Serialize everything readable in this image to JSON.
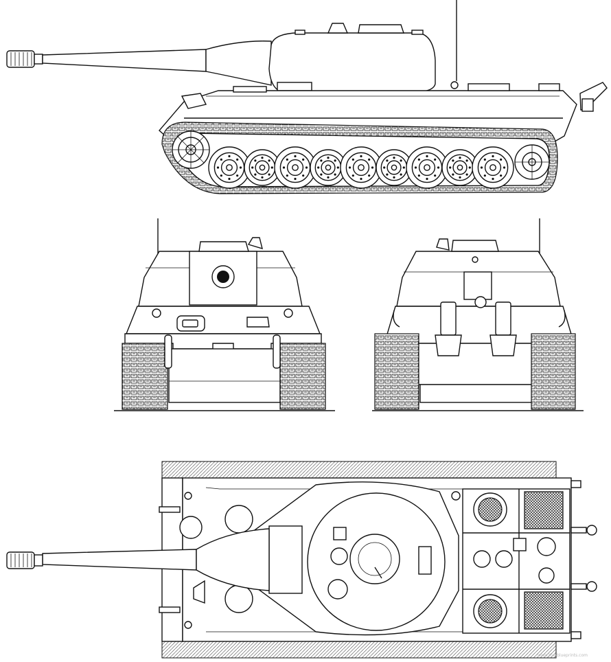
{
  "drawing": {
    "subject": "tank",
    "views": [
      {
        "id": "side",
        "label": ""
      },
      {
        "id": "front",
        "label": ""
      },
      {
        "id": "rear",
        "label": ""
      },
      {
        "id": "top",
        "label": ""
      }
    ],
    "road_wheels_side_view": 9,
    "watermark": "www.the-blueprints.com"
  },
  "colors": {
    "line": "#111111",
    "background": "#ffffff"
  }
}
